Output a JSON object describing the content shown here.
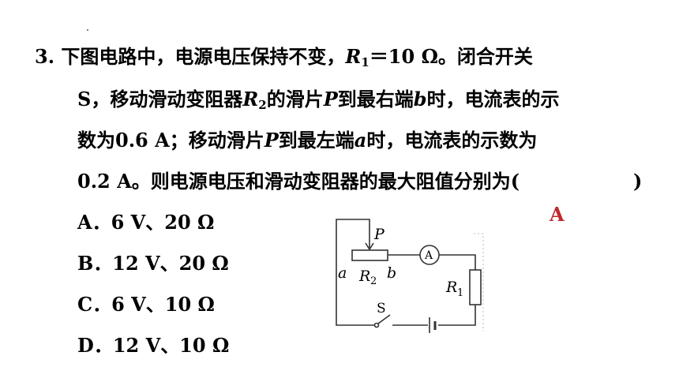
{
  "question": {
    "number": "3.",
    "l1_a": "下图电路中，电源电压保持不变，",
    "r1_sym": "R",
    "r1_sub": "1",
    "l1_b": "＝10 Ω。闭合开关",
    "l2_a": "S，移动滑动变阻器",
    "r2_sym": "R",
    "r2_sub": "2",
    "l2_b": "的滑片",
    "p1": "P",
    "l2_c": "到最右端",
    "b_end": "b",
    "l2_d": "时，电流表的示",
    "l3_a": "数为0.6 A；移动滑片",
    "p2": "P",
    "l3_b": "到最左端",
    "a_end": "a",
    "l3_c": "时，电流表的示数为",
    "l4": "0.2 A。则电源电压和滑动变阻器的最大阻值分别为(",
    "close_paren": ")",
    "answer": "A"
  },
  "options": [
    {
      "label": "A．",
      "text": "6 V、20 Ω"
    },
    {
      "label": "B．",
      "text": "12 V、20 Ω"
    },
    {
      "label": "C．",
      "text": "6 V、10 Ω"
    },
    {
      "label": "D．",
      "text": "12 V、10 Ω"
    }
  ],
  "circuit": {
    "slider_label": "P",
    "left_end": "a",
    "rheostat_sym": "R",
    "rheostat_sub": "2",
    "right_end": "b",
    "ammeter": "A",
    "resistor_sym": "R",
    "resistor_sub": "1",
    "switch_label": "S"
  }
}
